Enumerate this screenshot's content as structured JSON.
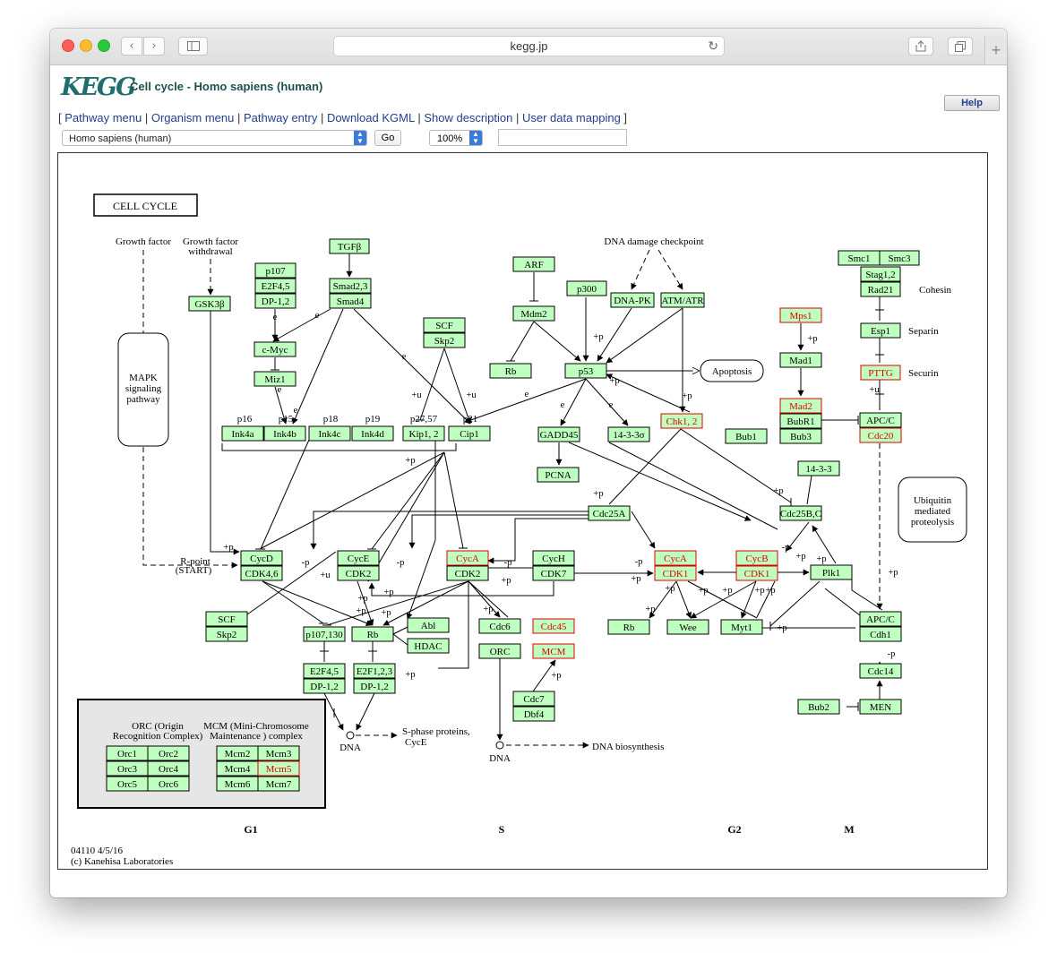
{
  "browser": {
    "url": "kegg.jp",
    "back": "‹",
    "forward": "›"
  },
  "header": {
    "logo": "KEGG",
    "title": "Cell cycle - Homo sapiens (human)",
    "help": "Help",
    "links_open": "[",
    "links_close": "]",
    "links": [
      "Pathway menu",
      "Organism menu",
      "Pathway entry",
      "Download KGML",
      "Show description",
      "User data mapping"
    ],
    "organism_select": "Homo sapiens (human)",
    "go": "Go",
    "zoom": "100%"
  },
  "pathway": {
    "heading": "CELL  CYCLE",
    "phases": [
      "G1",
      "S",
      "G2",
      "M"
    ],
    "footer_id": "04110 4/5/16",
    "footer_copy": "(c) Kanehisa Laboratories",
    "labels": {
      "growth_factor": "Growth factor",
      "gf_withdrawal_1": "Growth factor",
      "gf_withdrawal_2": "withdrawal",
      "mapk_1": "MAPK",
      "mapk_2": "signaling",
      "mapk_3": "pathway",
      "dna_damage": "DNA damage checkpoint",
      "apoptosis": "Apoptosis",
      "cohesin": "Cohesin",
      "separin": "Separin",
      "securin": "Securin",
      "ubiq_1": "Ubiquitin",
      "ubiq_2": "mediated",
      "ubiq_3": "proteolysis",
      "rpoint_1": "R-point",
      "rpoint_2": "(START)",
      "dna": "DNA",
      "dna2": "DNA",
      "sphase_1": "S-phase proteins,",
      "sphase_2": "CycE",
      "dna_bio": "DNA biosynthesis",
      "orc_1": "ORC (Origin",
      "orc_2": "Recognition Complex)",
      "mcm_1": "MCM (Mini-Chromosome",
      "mcm_2": "Maintenance ) complex",
      "p16": "p16",
      "p15": "p15",
      "p18": "p18",
      "p19": "p19",
      "p2757": "p27,57",
      "p21": "p21"
    },
    "genes": {
      "tgfb": "TGFβ",
      "p107": "p107",
      "e2f45a": "E2F4,5",
      "dp12a": "DP-1,2",
      "smad23": "Smad2,3",
      "smad4": "Smad4",
      "gsk3b": "GSK3β",
      "cmyc": "c-Myc",
      "miz1": "Miz1",
      "ink4a": "Ink4a",
      "ink4b": "Ink4b",
      "ink4c": "Ink4c",
      "ink4d": "Ink4d",
      "scf1": "SCF",
      "skp2a": "Skp2",
      "kip12": "Kip1, 2",
      "cip1": "Cip1",
      "arf": "ARF",
      "p300": "p300",
      "mdm2": "Mdm2",
      "rb1": "Rb",
      "p53": "p53",
      "dnapk": "DNA-PK",
      "atm": "ATM/ATR",
      "gadd45": "GADD45",
      "s1433s": "14-3-3σ",
      "chk12": "Chk1, 2",
      "pcna": "PCNA",
      "cdc25a": "Cdc25A",
      "smc1": "Smc1",
      "smc3": "Smc3",
      "stag12": "Stag1,2",
      "rad21": "Rad21",
      "esp1": "Esp1",
      "pttg": "PTTG",
      "mps1": "Mps1",
      "mad1": "Mad1",
      "mad2": "Mad2",
      "bubr1": "BubR1",
      "bub3": "Bub3",
      "bub1": "Bub1",
      "apcc1": "APC/C",
      "cdc20": "Cdc20",
      "s1433": "14-3-3",
      "cdc25bc": "Cdc25B,C",
      "cycd": "CycD",
      "cdk46": "CDK4,6",
      "cyce": "CycE",
      "cdk2a": "CDK2",
      "cyca1": "CycA",
      "cdk2b": "CDK2",
      "cych": "CycH",
      "cdk7": "CDK7",
      "cyca2": "CycA",
      "cdk1a": "CDK1",
      "cycb": "CycB",
      "cdk1b": "CDK1",
      "plk1": "Plk1",
      "scf2": "SCF",
      "skp2b": "Skp2",
      "p107130": "p107,130",
      "rb2": "Rb",
      "abl": "Abl",
      "hdac": "HDAC",
      "e2f45b": "E2F4,5",
      "dp12b": "DP-1,2",
      "e2f123": "E2F1,2,3",
      "dp12c": "DP-1,2",
      "cdc6": "Cdc6",
      "cdc45": "Cdc45",
      "orc": "ORC",
      "mcm": "MCM",
      "cdc7": "Cdc7",
      "dbf4": "Dbf4",
      "rb3": "Rb",
      "wee": "Wee",
      "myt1": "Myt1",
      "apcc2": "APC/C",
      "cdh1": "Cdh1",
      "cdc14": "Cdc14",
      "bub2": "Bub2",
      "men": "MEN",
      "orc1": "Orc1",
      "orc2": "Orc2",
      "orc3": "Orc3",
      "orc4": "Orc4",
      "orc5": "Orc5",
      "orc6": "Orc6",
      "mcm2": "Mcm2",
      "mcm3": "Mcm3",
      "mcm4": "Mcm4",
      "mcm5": "Mcm5",
      "mcm6": "Mcm6",
      "mcm7": "Mcm7"
    },
    "marks": {
      "p": "+p",
      "u": "+u",
      "m": "-p",
      "e": "e"
    },
    "colors": {
      "gene_fill": "#bfffbf",
      "highlight_text": "#e00000"
    }
  }
}
